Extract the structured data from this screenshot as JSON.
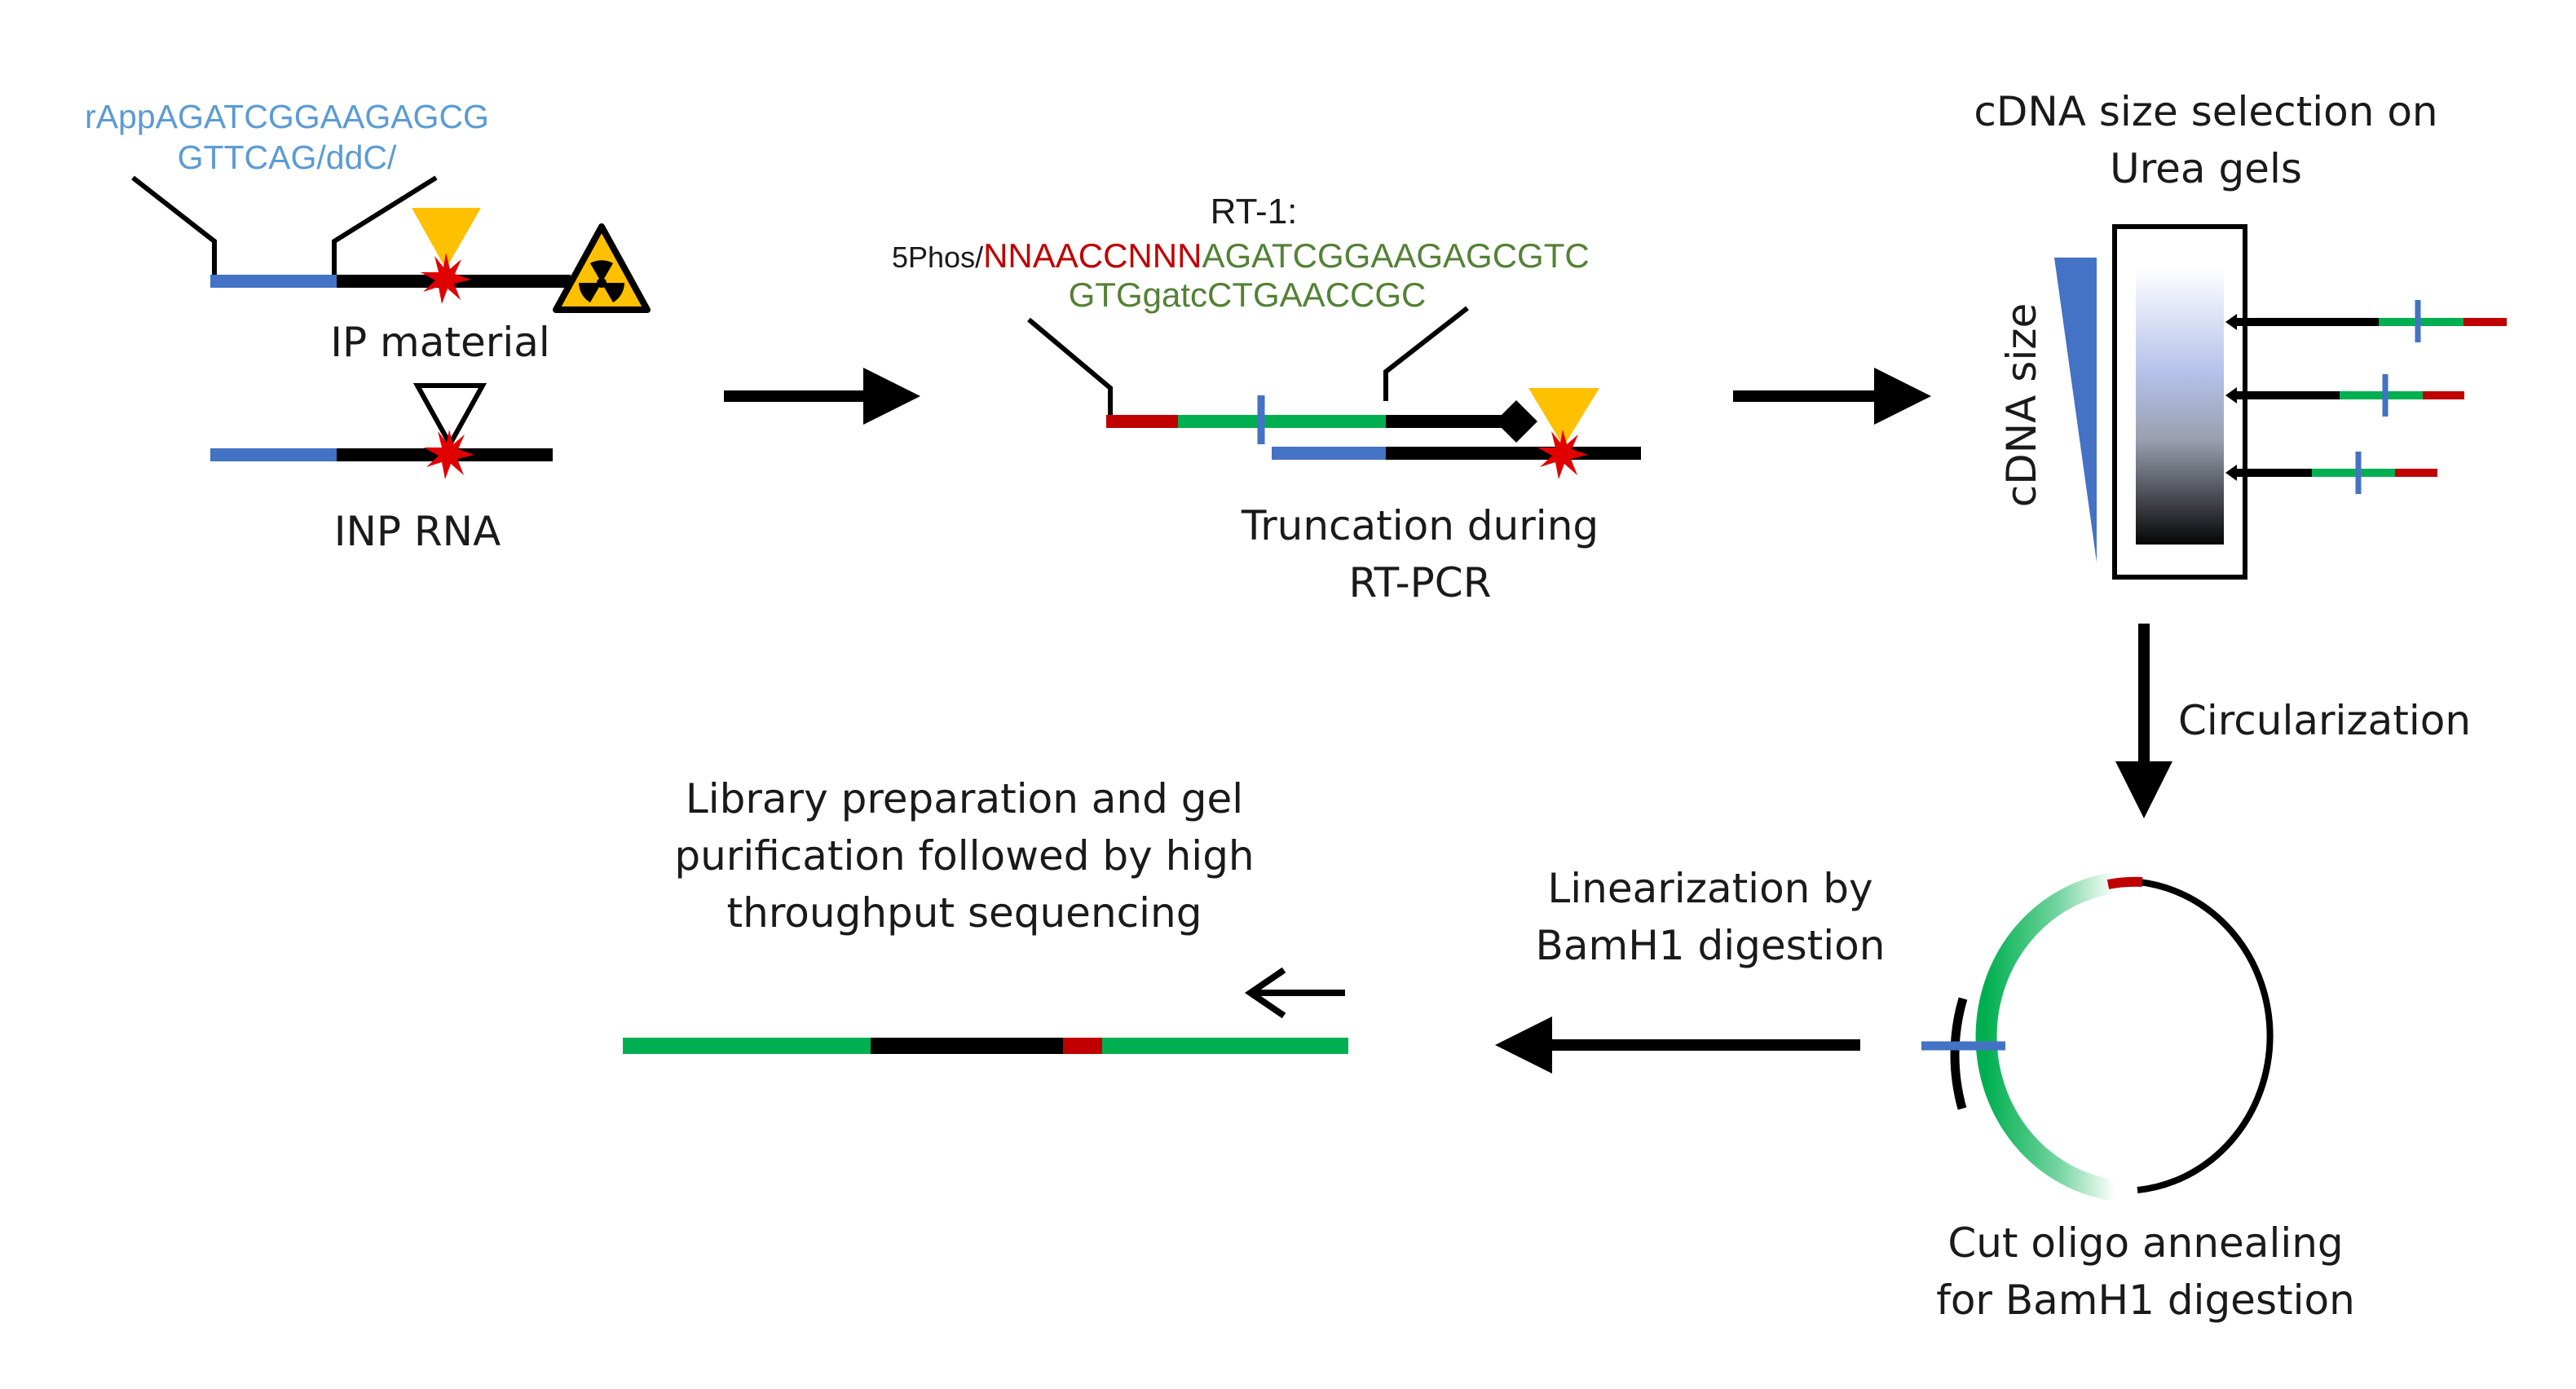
{
  "colors": {
    "blue": "#4472C4",
    "light_blue_text": "#5B9BD5",
    "green": "#00B050",
    "red": "#C00000",
    "dark_green_text": "#538135",
    "seq_red_text": "#C00000",
    "yellow": "#FFC000",
    "black": "#000000"
  },
  "adapter_seq": {
    "line1": "rAppAGATCGGAAGAGCG",
    "line2": "GTTCAG/ddC/"
  },
  "labels": {
    "ip_material": "IP material",
    "inp_rna": "INP RNA",
    "truncation_line1": "Truncation during",
    "truncation_line2": "RT-PCR",
    "size_selection_line1": "cDNA size selection on",
    "size_selection_line2": "Urea gels",
    "cdna_size": "cDNA size",
    "circularization": "Circularization",
    "cut_oligo_line1": "Cut oligo annealing",
    "cut_oligo_line2": "for BamH1 digestion",
    "linearization_line1": "Linearization by",
    "linearization_line2": "BamH1 digestion",
    "library_line1": "Library preparation and gel",
    "library_line2": "purification followed by high",
    "library_line3": "throughput sequencing"
  },
  "rt_primer": {
    "name": "RT-1:",
    "prefix": "5Phos/",
    "barcode": "NNAACCNNN",
    "adapter": "AGATCGGAAGAGCGTC",
    "line2": "GTGgatcCTGAACCGC"
  },
  "icons": [
    "radiation-hazard-icon",
    "crosslink-star-icon",
    "protein-triangle-icon",
    "process-arrow-icon"
  ]
}
